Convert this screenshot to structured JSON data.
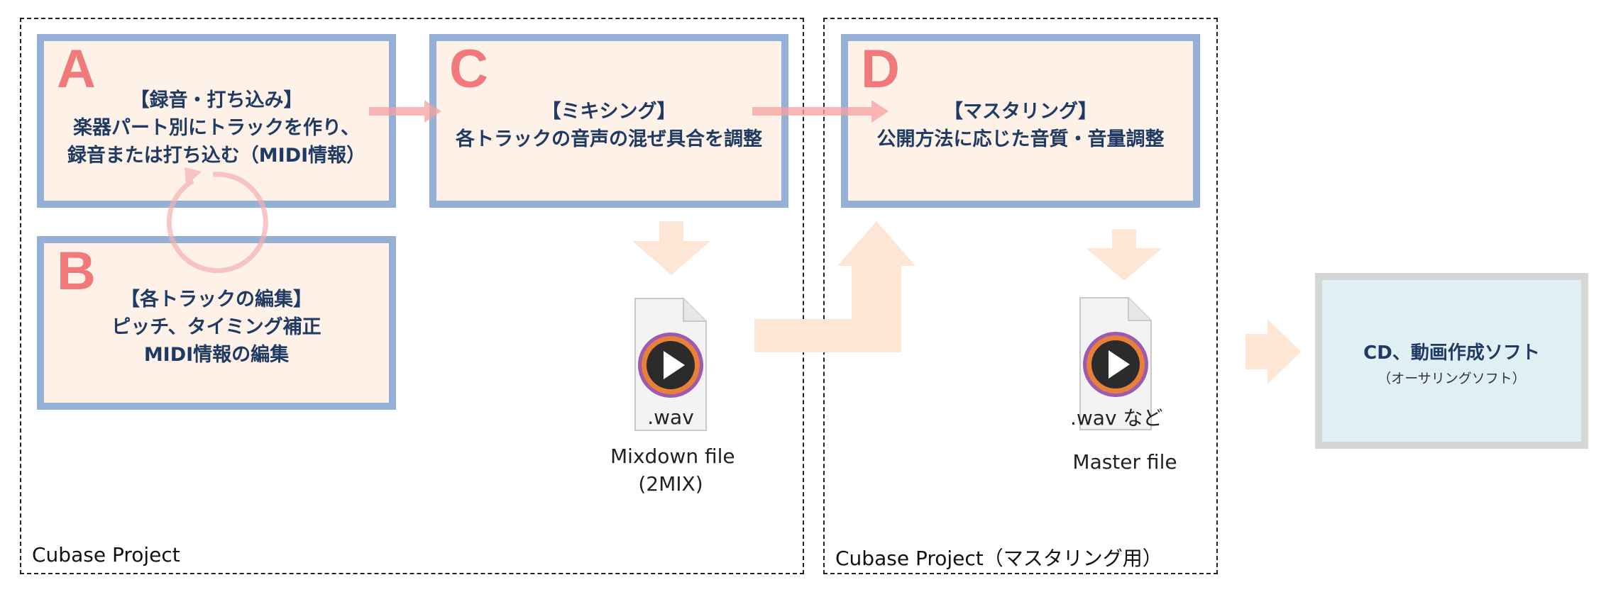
{
  "projects": [
    {
      "label": "Cubase Project"
    },
    {
      "label": "Cubase Project（マスタリング用）"
    }
  ],
  "steps": {
    "a": {
      "letter": "A",
      "title": "【録音・打ち込み】",
      "line1": "楽器パート別にトラックを作り、",
      "line2": "録音または打ち込む（MIDI情報）"
    },
    "b": {
      "letter": "B",
      "title": "【各トラックの編集】",
      "line1": "ピッチ、タイミング補正",
      "line2": "MIDI情報の編集"
    },
    "c": {
      "letter": "C",
      "title": "【ミキシング】",
      "line1": "各トラックの音声の混ぜ具合を調整"
    },
    "d": {
      "letter": "D",
      "title": "【マスタリング】",
      "line1": "公開方法に応じた音質・音量調整"
    }
  },
  "files": {
    "mixdown": {
      "ext": ".wav",
      "caption1": "Mixdown file",
      "caption2": "(2MIX)",
      "icon": "play-icon"
    },
    "master": {
      "ext": ".wav など",
      "caption1": "Master file",
      "icon": "play-icon"
    }
  },
  "output": {
    "title": "CD、動画作成ソフト",
    "subtitle": "（オーサリングソフト）"
  },
  "colors": {
    "step_border": "#94b0d6",
    "step_fill": "#fdf1e8",
    "letter": "#f07a7a",
    "text": "#1f3a63",
    "arrow_pink": "#f5a0a0",
    "arrow_peach": "#fde6d6",
    "output_fill": "#e0eff4",
    "output_border": "#d6d6d6"
  }
}
